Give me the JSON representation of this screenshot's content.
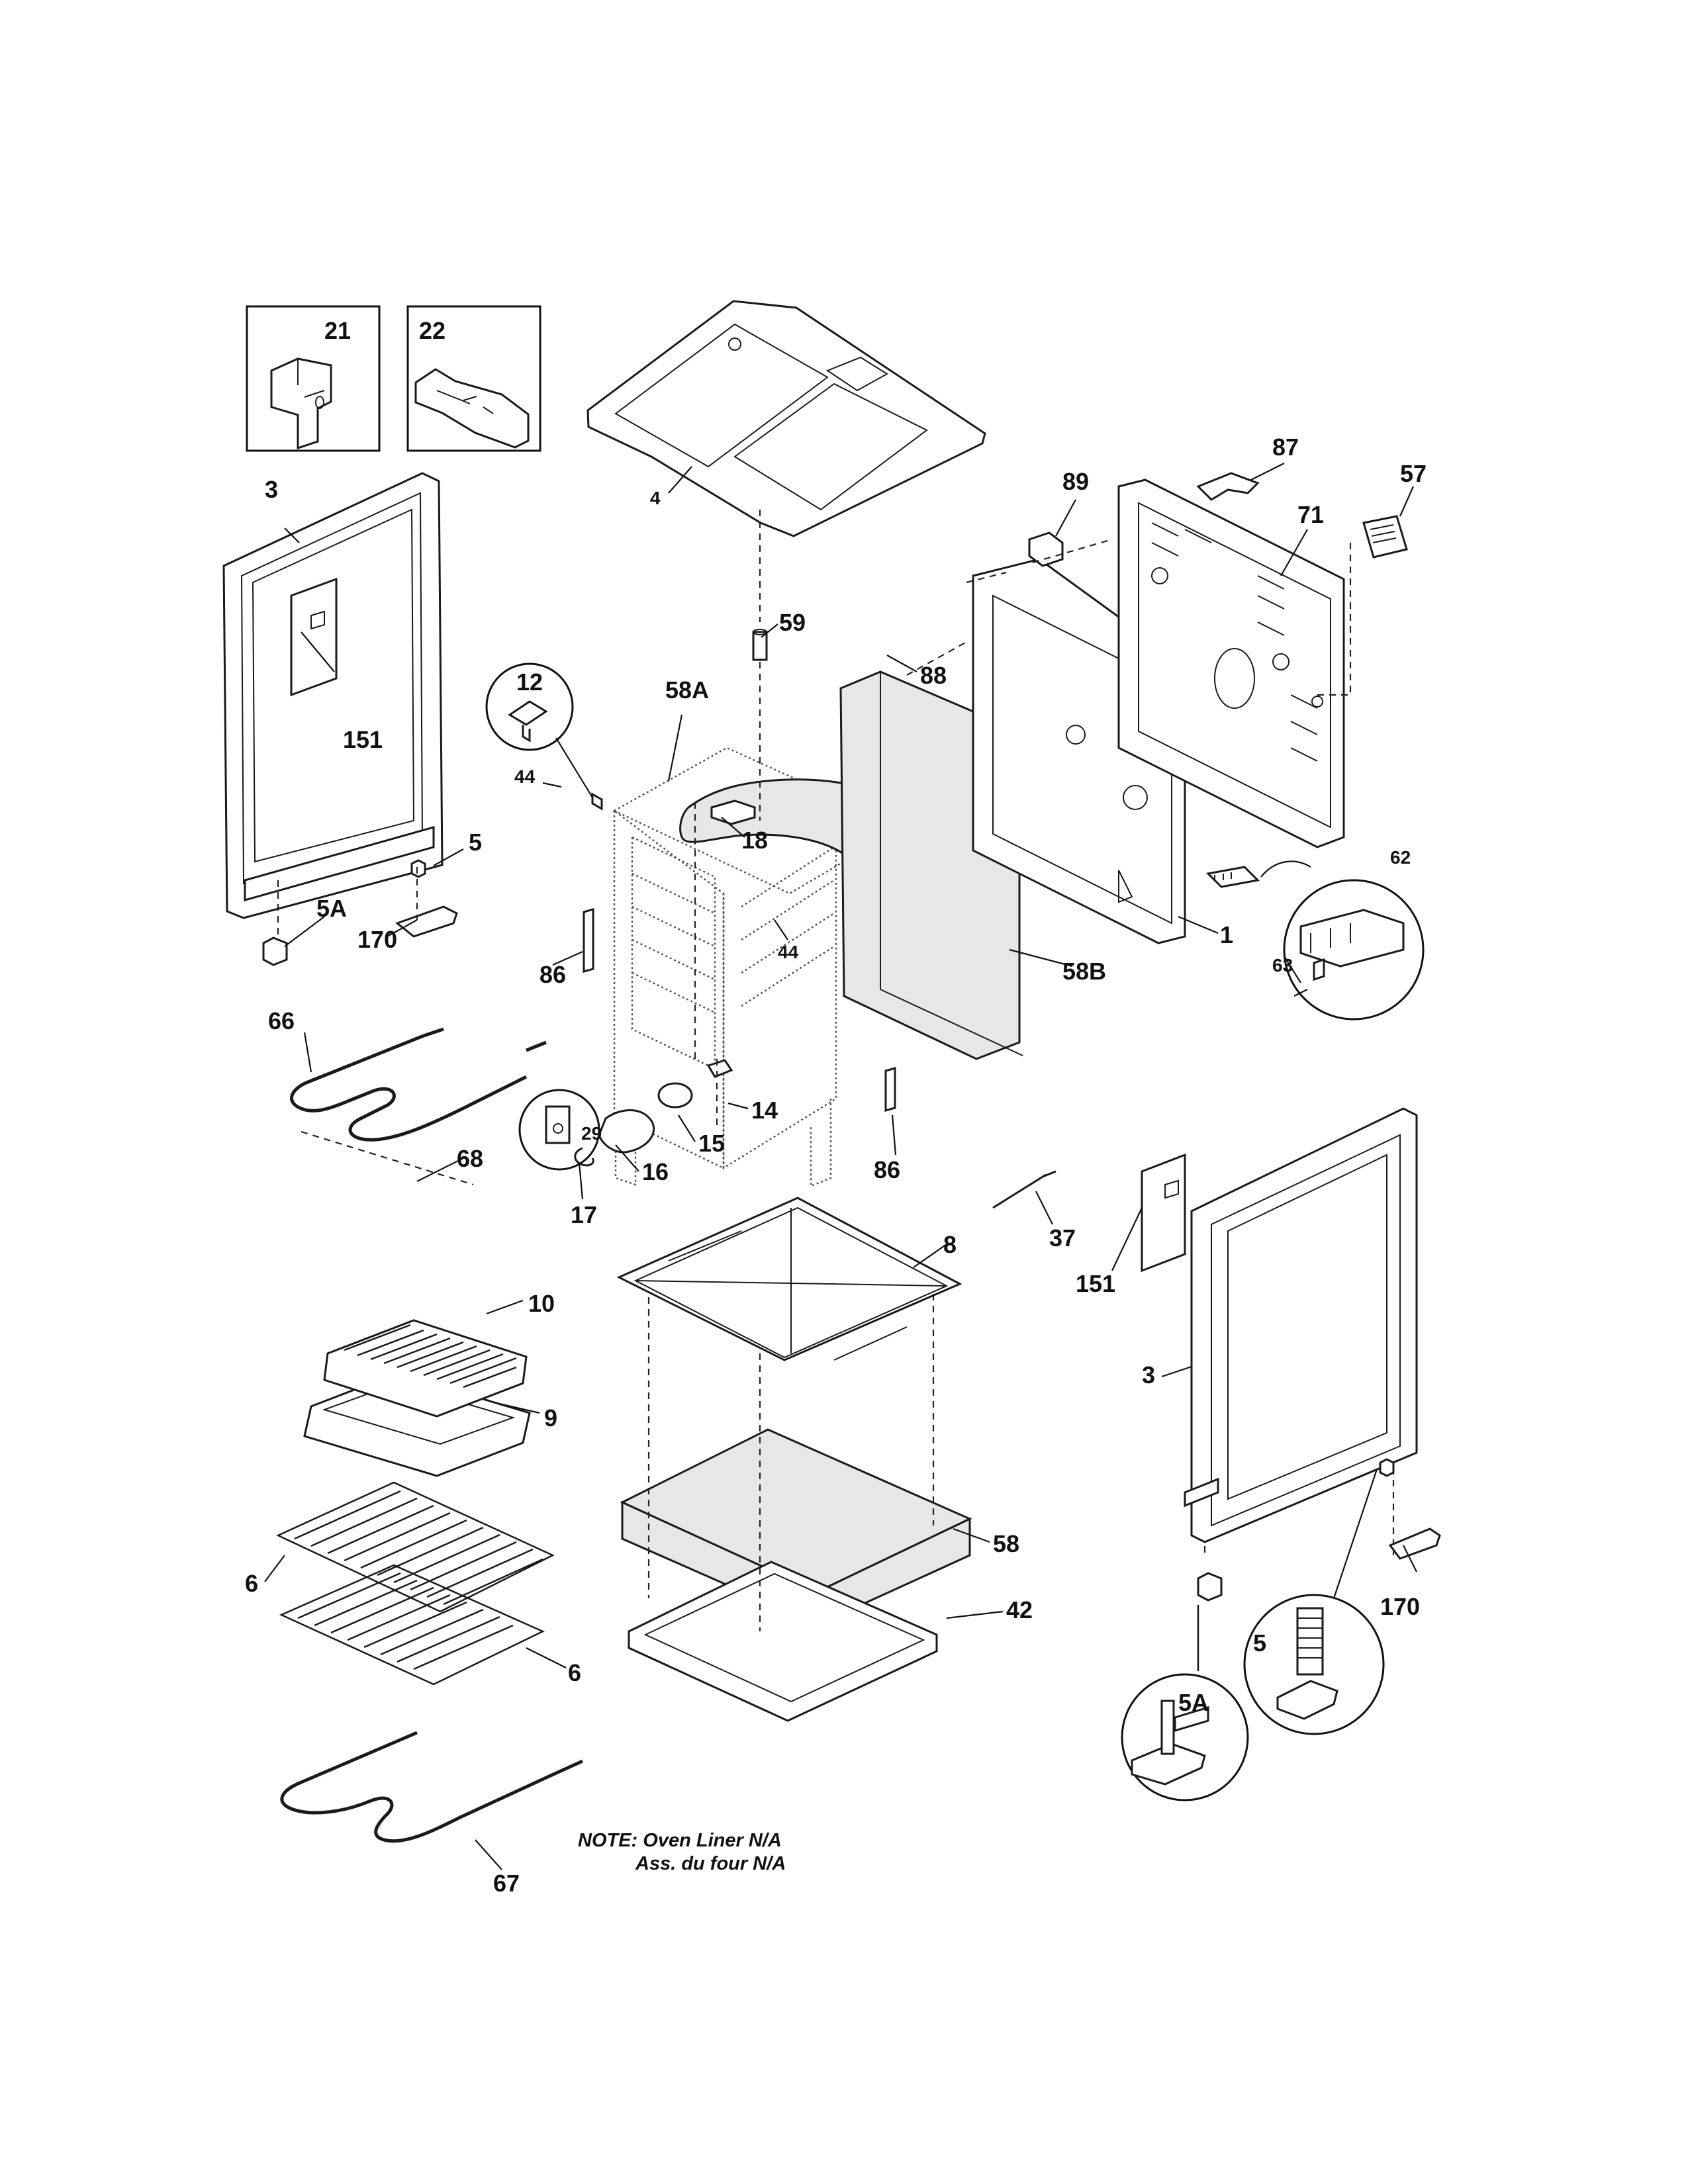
{
  "parts": {
    "p21": "21",
    "p22": "22",
    "p3_left": "3",
    "p4": "4",
    "p151_left": "151",
    "p12": "12",
    "p44_left": "44",
    "p58a": "58A",
    "p18": "18",
    "p59": "59",
    "p88": "88",
    "p89": "89",
    "p87": "87",
    "p71": "71",
    "p57": "57",
    "p5_left": "5",
    "p5a_left": "5A",
    "p170_left": "170",
    "p86_left": "86",
    "p44_mid": "44",
    "p58b": "58B",
    "p1": "1",
    "p62": "62",
    "p63": "63",
    "p66": "66",
    "p68": "68",
    "p29": "29",
    "p14": "14",
    "p15": "15",
    "p16": "16",
    "p17": "17",
    "p86_right": "86",
    "p37": "37",
    "p8": "8",
    "p151_right": "151",
    "p10": "10",
    "p9": "9",
    "p3_right": "3",
    "p58": "58",
    "p42": "42",
    "p170_right": "170",
    "p6_upper": "6",
    "p6_lower": "6",
    "p5_right": "5",
    "p5a_right": "5A",
    "p67": "67"
  },
  "note": {
    "line1": "NOTE: Oven Liner N/A",
    "line2": "Ass. du four N/A"
  }
}
